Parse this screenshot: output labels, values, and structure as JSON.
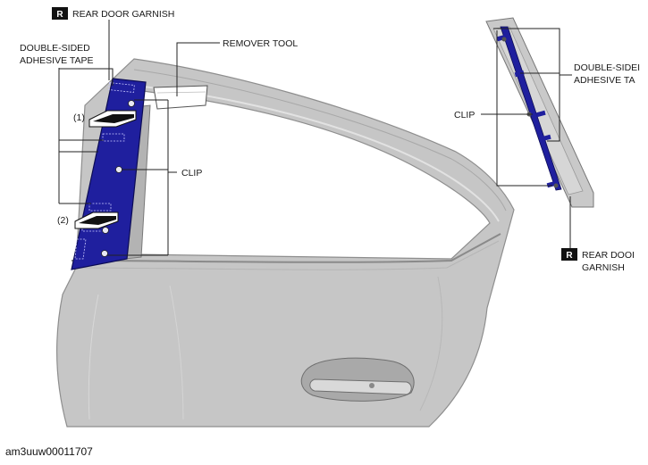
{
  "labels": {
    "badge": "R",
    "rear_door_garnish": "REAR DOOR GARNISH",
    "remover_tool": "REMOVER TOOL",
    "double_sided_line1": "DOUBLE-SIDED",
    "double_sided_line2": "ADHESIVE TAPE",
    "clip": "CLIP",
    "step_1": "(1)",
    "step_2": "(2)",
    "right_double_sided_line1": "DOUBLE-SIDEI",
    "right_double_sided_line2": "ADHESIVE TA",
    "right_clip": "CLIP",
    "right_rear_door_line1": "REAR DOOI",
    "right_rear_door_line2": "GARNISH"
  },
  "document_id": "am3uuw00011707",
  "colors": {
    "garnish": "#1f1f9e",
    "door_panel": "#c4c4c4",
    "door_edge": "#9a9a9a",
    "badge_bg": "#111111"
  }
}
